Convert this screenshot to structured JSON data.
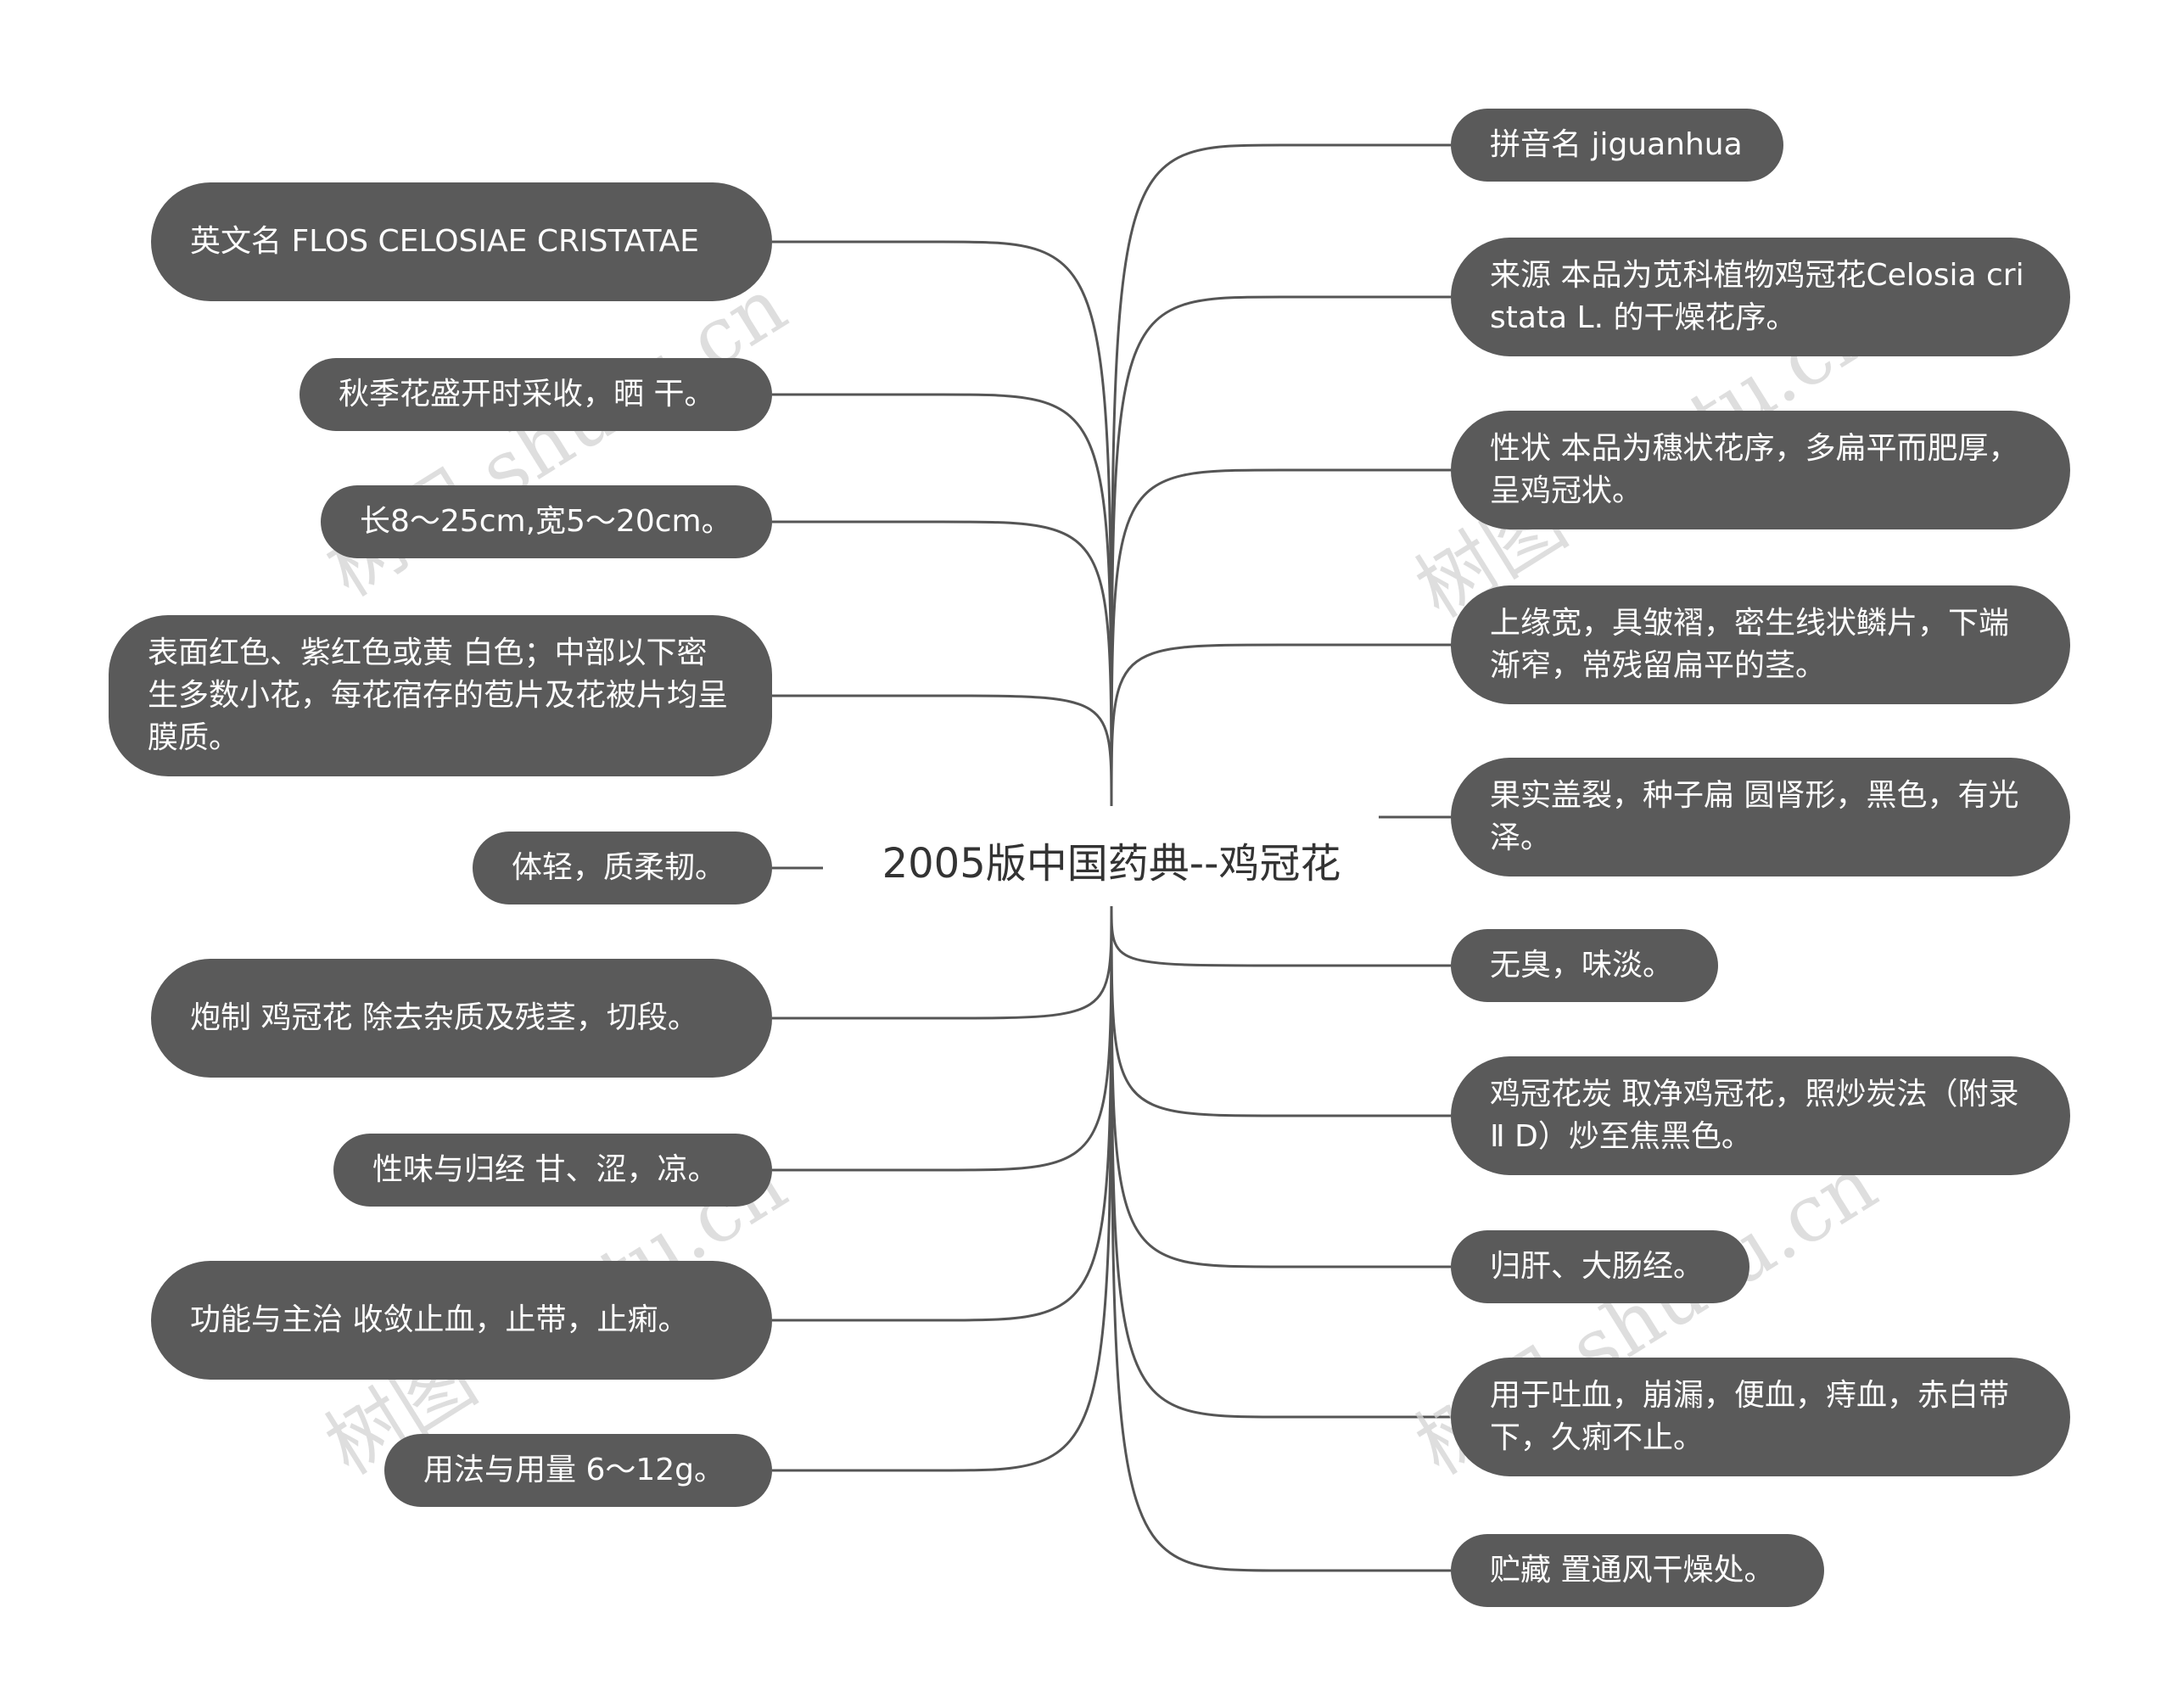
{
  "center": "2005版中国药典--鸡冠花",
  "watermark": "树图 shutu.cn",
  "colors": {
    "node_bg": "#5a5a5a",
    "node_text": "#ffffff",
    "line": "#555555",
    "center_text": "#333333"
  },
  "left_nodes": [
    "英文名 FLOS CELOSIAE CRISTATAE",
    "秋季花盛开时采收，晒 干。",
    "长8～25cm,宽5～20cm。",
    "表面红色、紫红色或黄 白色；中部以下密生多数小花，每花宿存的苞片及花被片均呈膜质。",
    "体轻，质柔韧。",
    "炮制 鸡冠花 除去杂质及残茎，切段。",
    "性味与归经 甘、涩，凉。",
    "功能与主治 收敛止血，止带，止痢。",
    "用法与用量 6～12g。"
  ],
  "right_nodes": [
    "拼音名 jiguanhua",
    "来源 本品为苋科植物鸡冠花Celosia cristata L. 的干燥花序。",
    "性状 本品为穗状花序，多扁平而肥厚，呈鸡冠状。",
    "上缘宽，具皱褶，密生线状鳞片，下端渐窄，常残留扁平的茎。",
    "果实盖裂，种子扁 圆肾形，黑色，有光泽。",
    "无臭，味淡。",
    "鸡冠花炭 取净鸡冠花，照炒炭法（附录Ⅱ D）炒至焦黑色。",
    "归肝、大肠经。",
    "用于吐血，崩漏，便血，痔血，赤白带下，久痢不止。",
    "贮藏 置通风干燥处。"
  ]
}
